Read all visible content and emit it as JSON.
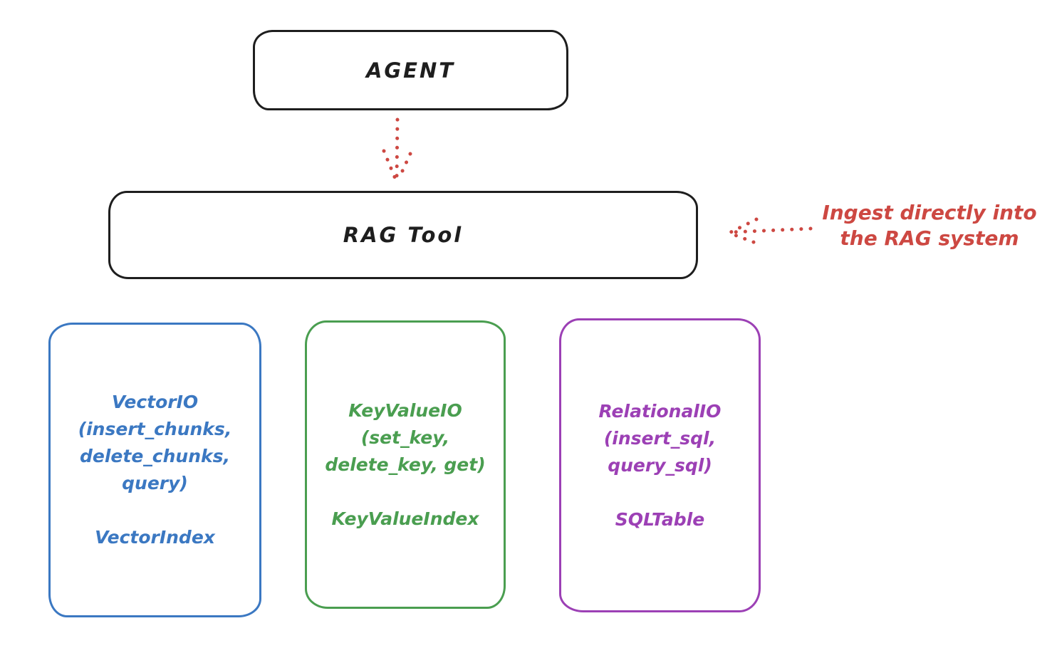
{
  "colors": {
    "ink": "#1e1e1e",
    "red": "#cd4842",
    "blue": "#3b78c2",
    "green": "#4a9e50",
    "purple": "#9c40b5",
    "background": "#ffffff"
  },
  "agent_box": {
    "label": "AGENT"
  },
  "rag_tool_box": {
    "label": "RAG Tool"
  },
  "annotation": {
    "line1": "Ingest directly into",
    "line2": "the RAG system"
  },
  "io_boxes": [
    {
      "name": "VectorIO",
      "color": "#3b78c2",
      "lines": [
        "VectorIO",
        "(insert_chunks,",
        "delete_chunks,",
        "query)"
      ],
      "index_label": "VectorIndex"
    },
    {
      "name": "KeyValueIO",
      "color": "#4a9e50",
      "lines": [
        "KeyValueIO",
        "(set_key,",
        "delete_key, get)"
      ],
      "index_label": "KeyValueIndex"
    },
    {
      "name": "RelationalIO",
      "color": "#9c40b5",
      "lines": [
        "RelationalIO",
        "(insert_sql,",
        "query_sql)"
      ],
      "index_label": "SQLTable"
    }
  ]
}
